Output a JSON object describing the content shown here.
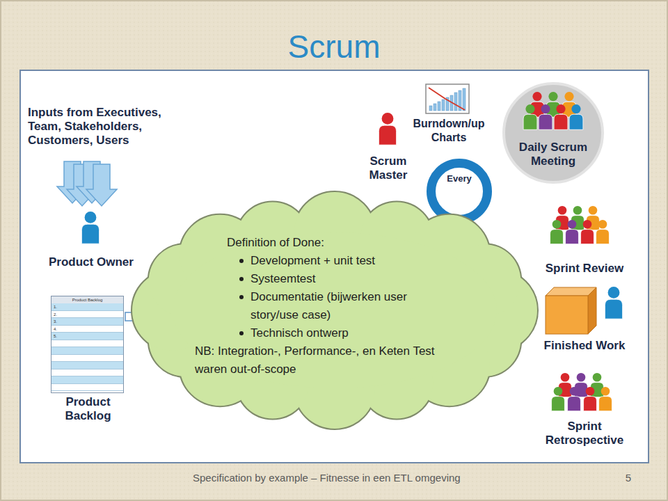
{
  "diagram": {
    "title": "Scrum",
    "caption": "Specification by example – Fitnesse in een ETL omgeving",
    "nodes": [
      {
        "text": [
          "Product Backlog",
          "1.",
          "2.",
          "3.",
          "4.",
          "5.",
          "Product Backlog"
        ]
      },
      {
        "text": [
          "Every"
        ]
      },
      {
        "text": [
          "Daily Scrum Meeting"
        ]
      },
      {
        "text": [
          "Definition of Done:",
          "Development + unit test",
          "Systeemtest",
          "Documentatie (bijwerken user story/use case)",
          "Technisch ontwerp",
          "NB: Integration-, Performance-, en Keten Test waren out-of-scope"
        ]
      }
    ],
    "labels": [
      "Inputs from Executives, Team, Stakeholders, Customers, Users",
      "Product Owner",
      "Scrum Master",
      "Burndown/up Charts",
      "Sprint Review",
      "Finished Work",
      "Sprint Retrospective",
      "5"
    ]
  }
}
